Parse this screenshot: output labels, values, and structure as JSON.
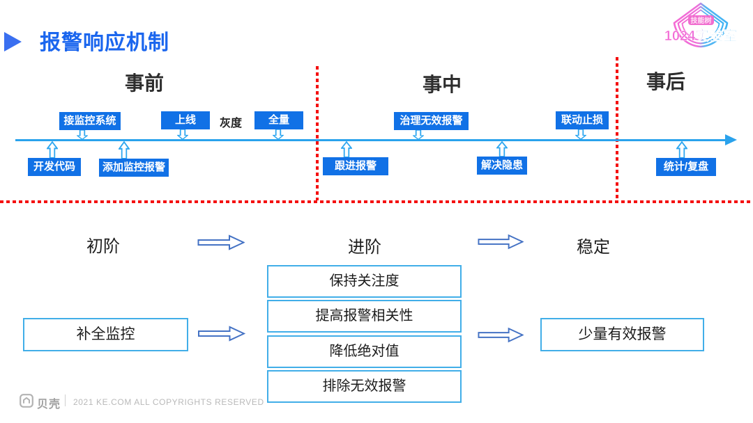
{
  "header": {
    "title": "报警响应机制"
  },
  "logo": {
    "badge": "技能树",
    "name": "1024实验室"
  },
  "phases": {
    "before": "事前",
    "during": "事中",
    "after": "事后"
  },
  "timeline": {
    "gray_label": "灰度",
    "above": [
      "接监控系统",
      "上线",
      "全量",
      "治理无效报警",
      "联动止损"
    ],
    "below": [
      "开发代码",
      "添加监控报警",
      "跟进报警",
      "解决隐患",
      "统计/复盘"
    ]
  },
  "stages": {
    "initial": "初阶",
    "advanced": "进阶",
    "stable": "稳定"
  },
  "flow": {
    "left_box": "补全监控",
    "middle_items": [
      "保持关注度",
      "提高报警相关性",
      "降低绝对值",
      "排除无效报警"
    ],
    "right_box": "少量有效报警"
  },
  "footer": {
    "brand": "贝壳",
    "copyright": "2021 KE.COM ALL COPYRIGHTS  RESERVED"
  },
  "colors": {
    "title_blue": "#1b66ee",
    "box_blue": "#1171e6",
    "timeline_blue": "#2aa2ec",
    "flow_border_blue": "#41aee8",
    "flow_arrow_blue": "#4472c4",
    "separator_red": "#f41111",
    "logo_pink": "#f06ad4",
    "logo_blue": "#44b4f2"
  }
}
